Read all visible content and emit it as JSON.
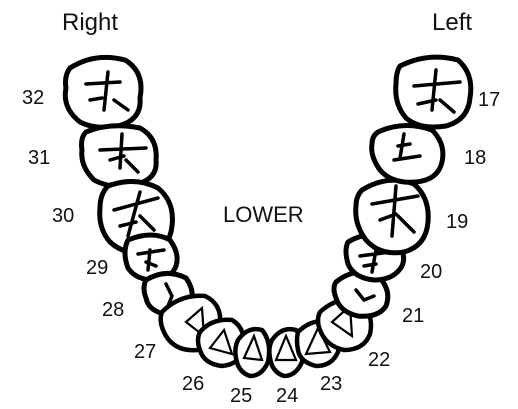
{
  "labels": {
    "right": "Right",
    "left": "Left",
    "arch": "LOWER"
  },
  "teeth": [
    {
      "number": "17"
    },
    {
      "number": "18"
    },
    {
      "number": "19"
    },
    {
      "number": "20"
    },
    {
      "number": "21"
    },
    {
      "number": "22"
    },
    {
      "number": "23"
    },
    {
      "number": "24"
    },
    {
      "number": "25"
    },
    {
      "number": "26"
    },
    {
      "number": "27"
    },
    {
      "number": "28"
    },
    {
      "number": "29"
    },
    {
      "number": "30"
    },
    {
      "number": "31"
    },
    {
      "number": "32"
    }
  ]
}
